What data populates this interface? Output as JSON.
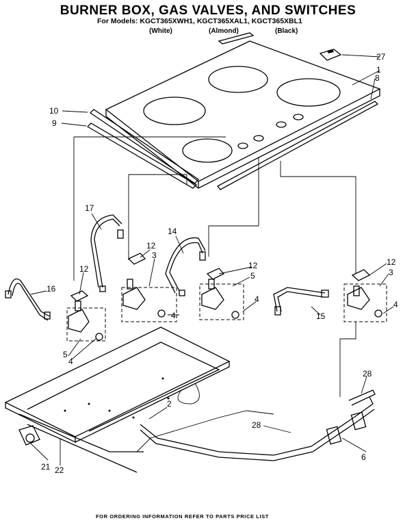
{
  "header": {
    "title": "BURNER BOX, GAS VALVES, AND SWITCHES",
    "models_line": "For Models: KGCT365XWH1, KGCT365XAL1, KGCT365XBL1",
    "color_white": "(White)",
    "color_almond": "(Almond)",
    "color_black": "(Black)"
  },
  "callouts": {
    "c1": "1",
    "c2": "2",
    "c3a": "3",
    "c3b": "3",
    "c4a": "4",
    "c4b": "4",
    "c4c": "4",
    "c4d": "4",
    "c5a": "5",
    "c5b": "5",
    "c6": "6",
    "c8": "8",
    "c9": "9",
    "c10": "10",
    "c12a": "12",
    "c12b": "12",
    "c12c": "12",
    "c12d": "12",
    "c14": "14",
    "c15": "15",
    "c16": "16",
    "c17": "17",
    "c21": "21",
    "c22": "22",
    "c27": "27",
    "c28a": "28",
    "c28b": "28"
  },
  "footer": {
    "note": "FOR ORDERING INFORMATION REFER TO PARTS PRICE LIST"
  }
}
